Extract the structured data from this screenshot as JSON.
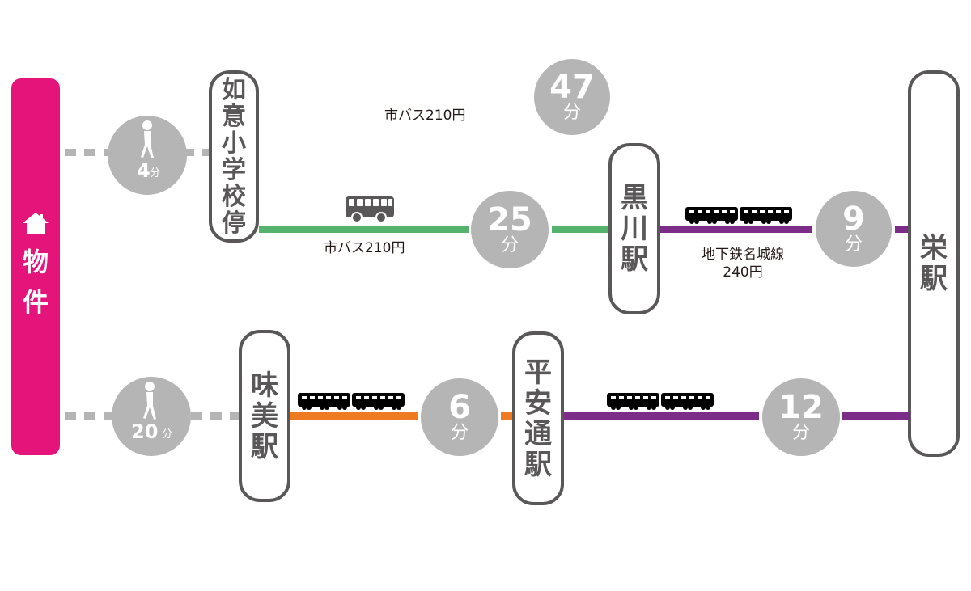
{
  "origin": {
    "icon": "house-icon",
    "label_chars": [
      "物",
      "件"
    ],
    "color": "#e4147a"
  },
  "route_1": {
    "walk": {
      "minutes": "4",
      "unit": "分",
      "icon": "walking-person-icon"
    },
    "bus_stop": {
      "name_chars": [
        "如",
        "意",
        "小",
        "学",
        "校",
        "停"
      ]
    },
    "bus_segment": {
      "icon": "bus-icon",
      "label": "市バス210円",
      "duration": "25",
      "unit": "分",
      "color": "#55b26b"
    },
    "alt_bus_label": "市バス210円",
    "total": {
      "duration": "47",
      "unit": "分"
    },
    "transfer_station": {
      "name_chars": [
        "黒",
        "川",
        "駅"
      ]
    },
    "subway_segment": {
      "icon": "train-icon",
      "label_line1": "地下鉄名城線",
      "label_line2": "240円",
      "duration": "9",
      "unit": "分",
      "color": "#7b2d88"
    }
  },
  "route_2": {
    "walk": {
      "minutes": "20",
      "unit": "分",
      "icon": "walking-person-icon"
    },
    "start_station": {
      "name_chars": [
        "味",
        "美",
        "駅"
      ]
    },
    "train_segment_1": {
      "icon": "train-icon",
      "duration": "6",
      "unit": "分",
      "color": "#ee7b21"
    },
    "transfer_station": {
      "name_chars": [
        "平",
        "安",
        "通",
        "駅"
      ]
    },
    "train_segment_2": {
      "icon": "train-icon",
      "duration": "12",
      "unit": "分",
      "color": "#7b2d88"
    }
  },
  "destination": {
    "name_chars": [
      "栄",
      "駅"
    ]
  },
  "colors": {
    "walk_gray": "#b5b5b6",
    "station_border": "#595757"
  }
}
